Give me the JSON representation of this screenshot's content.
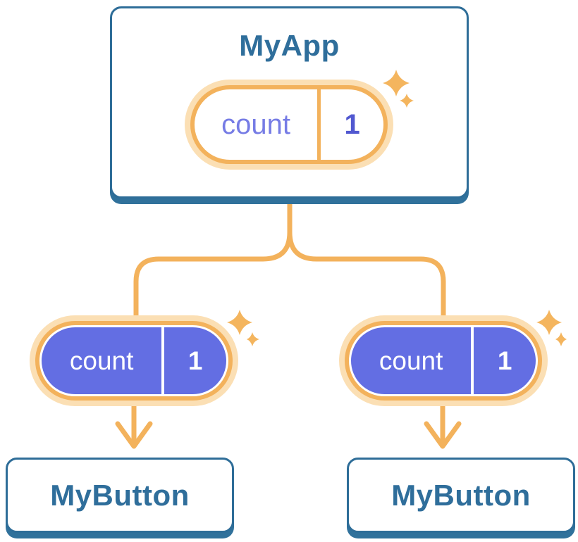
{
  "tree": {
    "root": {
      "title": "MyApp",
      "state": {
        "name": "count",
        "value": "1"
      }
    },
    "children": [
      {
        "title": "MyButton",
        "state": {
          "name": "count",
          "value": "1"
        }
      },
      {
        "title": "MyButton",
        "state": {
          "name": "count",
          "value": "1"
        }
      }
    ]
  },
  "colors": {
    "card_stroke_blue": "#2E6D98",
    "card_shadow_blue": "#30719B",
    "title_blue": "#2F6E9B",
    "connector_orange": "#F3B25C",
    "pale_orange_ring": "#FBDFB4",
    "pill_purple_fill": "#636EE3",
    "state_name_purple": "#767CE5",
    "state_value_purple": "#5158D0",
    "sparkle_orange": "#F4B55E"
  },
  "icons": {
    "sparkles": "sparkles",
    "arrow_down": "arrow-down"
  }
}
